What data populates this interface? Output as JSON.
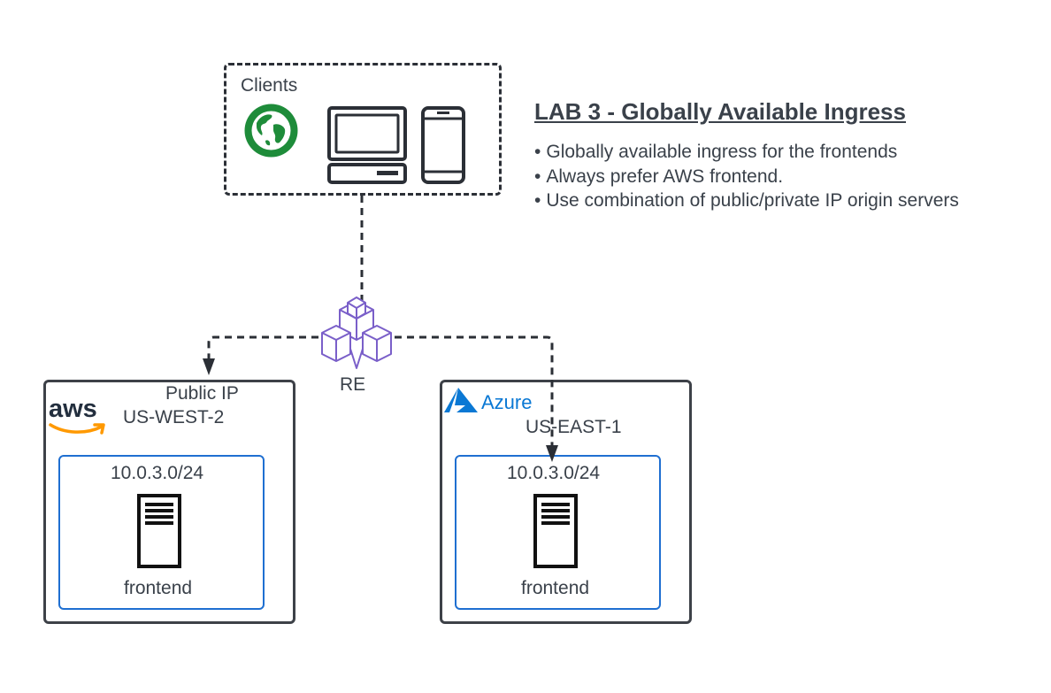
{
  "clients": {
    "label": "Clients"
  },
  "lab": {
    "title": "LAB 3 - Globally Available Ingress",
    "bullets": [
      "Globally available ingress for the frontends",
      "Always prefer AWS frontend.",
      "Use  combination of public/private IP origin servers"
    ]
  },
  "re": {
    "label": "RE"
  },
  "aws": {
    "logo_text": "aws",
    "region": "US-WEST-2",
    "annotation": "Public IP",
    "subnet": "10.0.3.0/24",
    "server": "frontend"
  },
  "azure": {
    "logo_text": "Azure",
    "region": "US-EAST-1",
    "subnet": "10.0.3.0/24",
    "server": "frontend"
  },
  "colors": {
    "text": "#3a414a",
    "dashed_border": "#2b2f36",
    "region_border": "#3d4148",
    "subnet_border": "#1f6fd1",
    "re_icon": "#7a5fc9",
    "globe": "#1e8c3a",
    "aws_orange": "#ff9900",
    "azure_blue": "#0a78d4"
  },
  "icons": [
    "globe-icon",
    "desktop-computer-icon",
    "mobile-phone-icon",
    "re-cubes-icon",
    "aws-logo",
    "azure-logo",
    "server-icon"
  ]
}
